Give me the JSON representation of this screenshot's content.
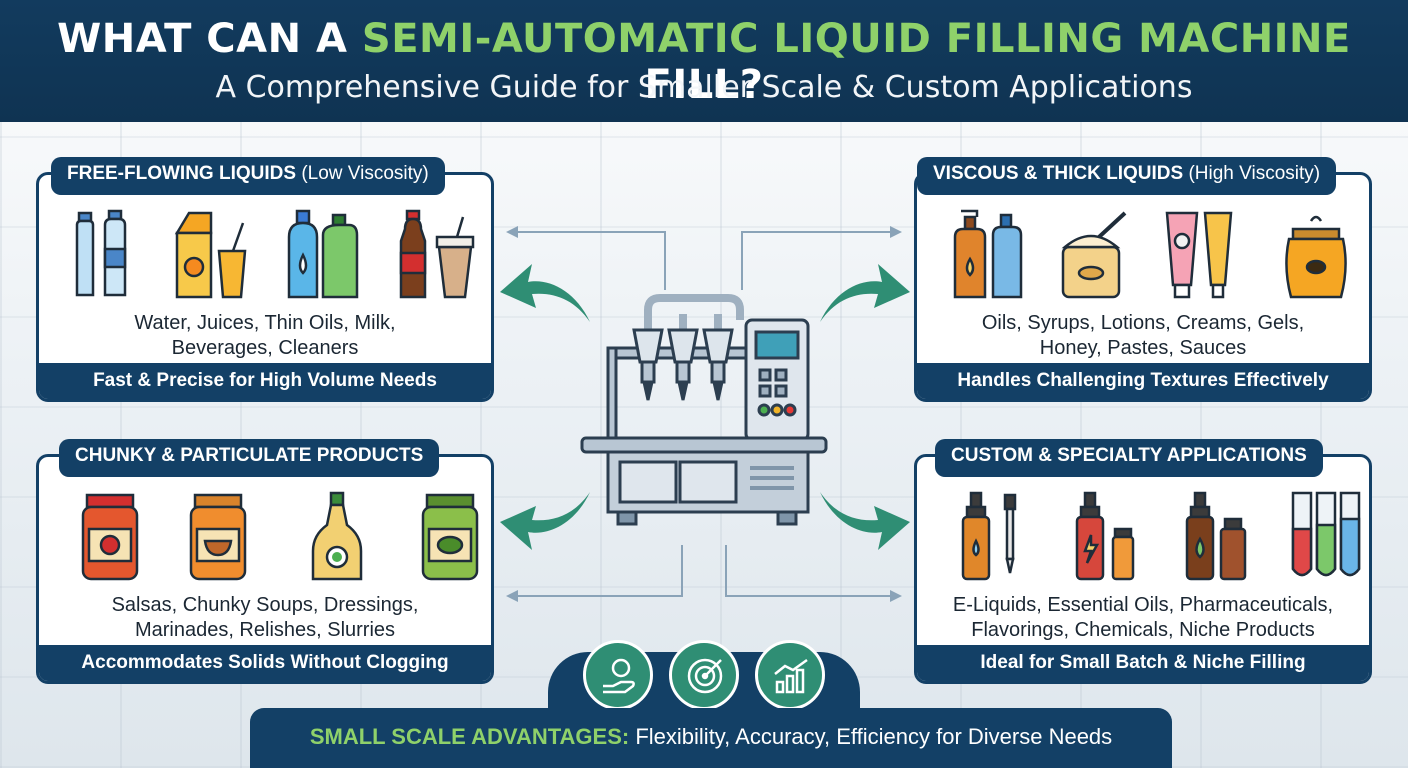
{
  "header": {
    "title_pre": "WHAT CAN A ",
    "title_accent": "SEMI-AUTOMATIC LIQUID FILLING MACHINE",
    "title_post": " FILL?",
    "subtitle": "A Comprehensive Guide for Smaller Scale & Custom Applications"
  },
  "panels": {
    "free_flowing": {
      "title": "FREE-FLOWING LIQUIDS",
      "title_note": "(Low Viscosity)",
      "desc_line1": "Water, Juices, Thin Oils, Milk,",
      "desc_line2": "Beverages, Cleaners",
      "footer": "Fast & Precise for High Volume Needs",
      "icons": [
        "water-bottle-icon",
        "juice-carton-icon",
        "cleaner-bottle-icon",
        "soda-bottle-icon"
      ]
    },
    "viscous": {
      "title": "VISCOUS & THICK LIQUIDS",
      "title_note": "(High Viscosity)",
      "desc_line1": "Oils, Syrups, Lotions, Creams, Gels,",
      "desc_line2": "Honey, Pastes, Sauces",
      "footer": "Handles Challenging Textures Effectively",
      "icons": [
        "pump-bottle-icon",
        "cream-jar-icon",
        "tube-icon",
        "honey-jar-icon"
      ]
    },
    "chunky": {
      "title": "CHUNKY & PARTICULATE PRODUCTS",
      "title_note": "",
      "desc_line1": "Salsas, Chunky Soups, Dressings,",
      "desc_line2": "Marinades, Relishes, Slurries",
      "footer": "Accommodates Solids Without Clogging",
      "icons": [
        "salsa-jar-icon",
        "soup-jar-icon",
        "dressing-bottle-icon",
        "relish-jar-icon"
      ]
    },
    "custom": {
      "title": "CUSTOM & SPECIALTY APPLICATIONS",
      "title_note": "",
      "desc_line1": "E-Liquids, Essential Oils, Pharmaceuticals,",
      "desc_line2": "Flavorings, Chemicals, Niche Products",
      "footer": "Ideal for Small Batch & Niche Filling",
      "icons": [
        "dropper-bottle-icon",
        "e-liquid-bottle-icon",
        "essential-oil-icon",
        "test-tubes-icon"
      ]
    }
  },
  "advantages": {
    "label": "SMALL SCALE ADVANTAGES:",
    "text": " Flexibility, Accuracy, Efficiency for Diverse Needs",
    "icons": [
      "money-hand-icon",
      "target-icon",
      "growth-chart-icon"
    ]
  },
  "colors": {
    "navy": "#134066",
    "green_accent": "#8fd16a",
    "teal_arrow": "#2f8e74"
  }
}
